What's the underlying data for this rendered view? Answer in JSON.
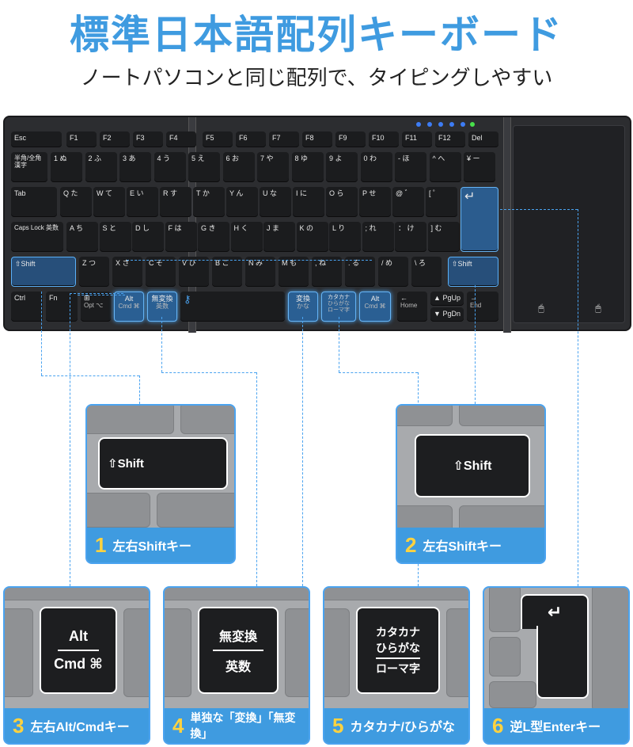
{
  "header": {
    "title": "標準日本語配列キーボード",
    "subtitle": "ノートパソコンと同じ配列で、タイピングしやすい"
  },
  "keys": {
    "esc": "Esc",
    "f": [
      "F1",
      "F2",
      "F3",
      "F4",
      "F5",
      "F6",
      "F7",
      "F8",
      "F9",
      "F10",
      "F11",
      "F12"
    ],
    "del": "Del",
    "hankaku": "半角/全角 漢字",
    "num_row": [
      "1 ぬ",
      "2 ふ",
      "3 あ",
      "4 う",
      "5 え",
      "6 お",
      "7 や",
      "8 ゆ",
      "9 よ",
      "0 わ",
      "- ほ",
      "^ へ",
      "¥ ー"
    ],
    "tab": "Tab",
    "q_row": [
      "Q た",
      "W て",
      "E い",
      "R す",
      "T か",
      "Y ん",
      "U な",
      "I に",
      "O ら",
      "P せ",
      "@ ゛",
      "[ ゜"
    ],
    "caps": "Caps Lock 英数",
    "a_row": [
      "A ち",
      "S と",
      "D し",
      "F は",
      "G き",
      "H く",
      "J ま",
      "K の",
      "L り",
      "; れ",
      "： け",
      "] む"
    ],
    "lshift": "Shift",
    "z_row": [
      "Z つ",
      "X さ",
      "C そ",
      "V ひ",
      "B こ",
      "N み",
      "M も",
      ", ね",
      ". る",
      "/ め",
      "\\ ろ"
    ],
    "rshift": "Shift",
    "ctrl": "Ctrl",
    "fn": "Fn",
    "opt": "Opt ⌥",
    "alt_left": "Alt",
    "alt_left_sub": "Cmd ⌘",
    "muhenkan": "無変換",
    "muhenkan_sub": "英数",
    "henkan": "変換",
    "henkan_sub": "かな",
    "katakana": "カタカナ",
    "katakana_sub": "ひらがな ローマ字",
    "alt_right": "Alt",
    "alt_right_sub": "Cmd ⌘",
    "home": "Home",
    "pgup": "PgUp",
    "pgdn": "PgDn",
    "end": "End"
  },
  "panels": [
    {
      "num": "1",
      "label": "左右Shiftキー",
      "key": "⇧Shift"
    },
    {
      "num": "2",
      "label": "左右Shiftキー",
      "key": "⇧Shift"
    },
    {
      "num": "3",
      "label": "左右Alt/Cmdキー",
      "key_top": "Alt",
      "key_bottom": "Cmd ⌘"
    },
    {
      "num": "4",
      "label": "単独な「変換」「無変換」",
      "key_top": "無変換",
      "key_bottom": "英数"
    },
    {
      "num": "5",
      "label": "カタカナ/ひらがな",
      "key_top": "カタカナ",
      "key_mid": "ひらがな",
      "key_bottom": "ローマ字"
    },
    {
      "num": "6",
      "label": "逆L型Enterキー",
      "key": "↵"
    }
  ],
  "colors": {
    "accent": "#3f9be0",
    "highlight": "#4aa3f0",
    "number": "#ffd23f"
  }
}
